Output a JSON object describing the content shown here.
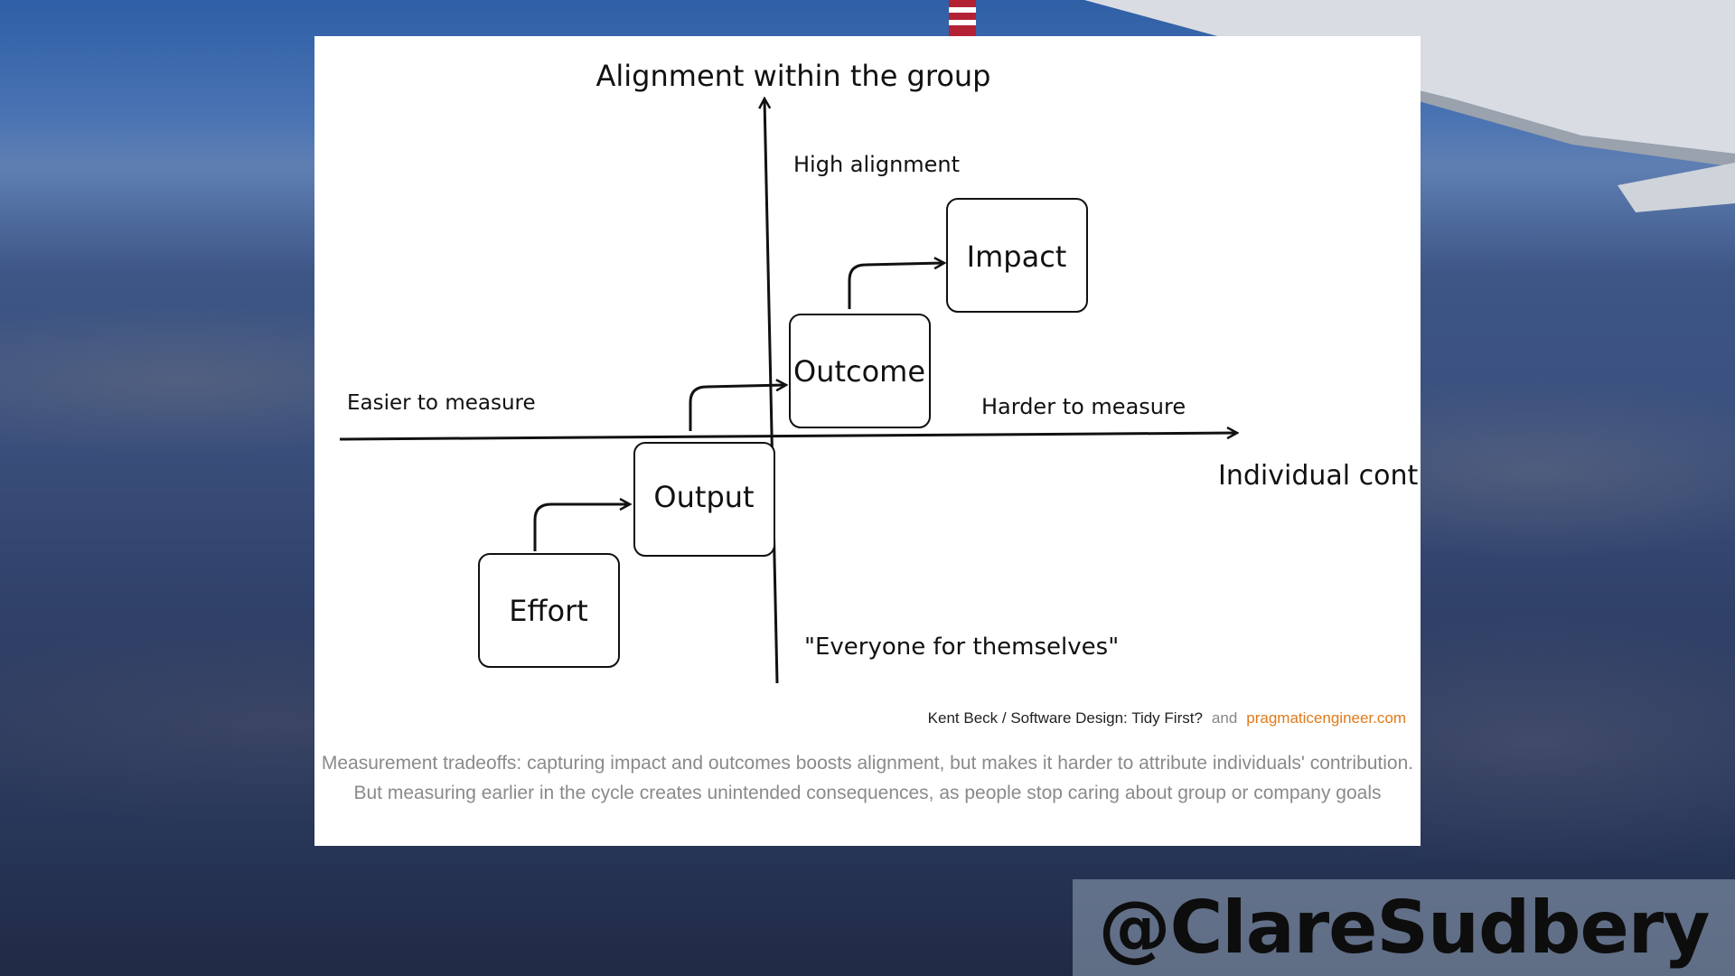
{
  "diagram": {
    "y_axis_title": "Alignment within the group",
    "x_axis_title": "Individual contribution",
    "top_label": "High alignment",
    "bottom_label": "\"Everyone for themselves\"",
    "left_label": "Easier to measure",
    "right_label": "Harder to measure",
    "boxes": {
      "effort": "Effort",
      "output": "Output",
      "outcome": "Outcome",
      "impact": "Impact"
    }
  },
  "credit": {
    "source": "Kent Beck / Software Design: Tidy First?",
    "and": "and",
    "site": "pragmaticengineer.com",
    "site_color": "#e07a1a"
  },
  "caption": "Measurement tradeoffs: capturing impact and outcomes boosts alignment, but makes it harder to attribute individuals' contribution. But measuring earlier in the cycle creates unintended consequences, as people stop caring about group or company goals",
  "handle": "@ClareSudbery"
}
